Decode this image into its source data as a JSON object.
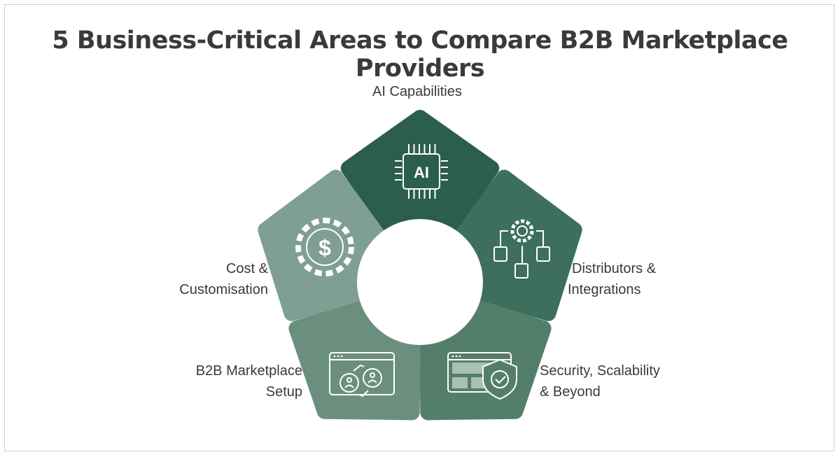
{
  "title": "5 Business-Critical Areas to Compare B2B Marketplace Providers",
  "areas": [
    {
      "line1": "AI Capabilities",
      "line2": "",
      "color": "#2b5f4b",
      "icon": "ai-chip-icon",
      "icon_text": "AI"
    },
    {
      "line1": "Distributors &",
      "line2": "Integrations",
      "color": "#3e6f5c",
      "icon": "gear-network-icon"
    },
    {
      "line1": "Security, Scalability",
      "line2": "& Beyond",
      "color": "#537e6c",
      "icon": "shield-check-icon"
    },
    {
      "line1": "B2B Marketplace",
      "line2": "Setup",
      "color": "#6a8f7f",
      "icon": "user-exchange-window-icon"
    },
    {
      "line1": "Cost &",
      "line2": "Customisation",
      "color": "#7f9f92",
      "icon": "gear-dollar-icon",
      "icon_text": "$"
    }
  ]
}
